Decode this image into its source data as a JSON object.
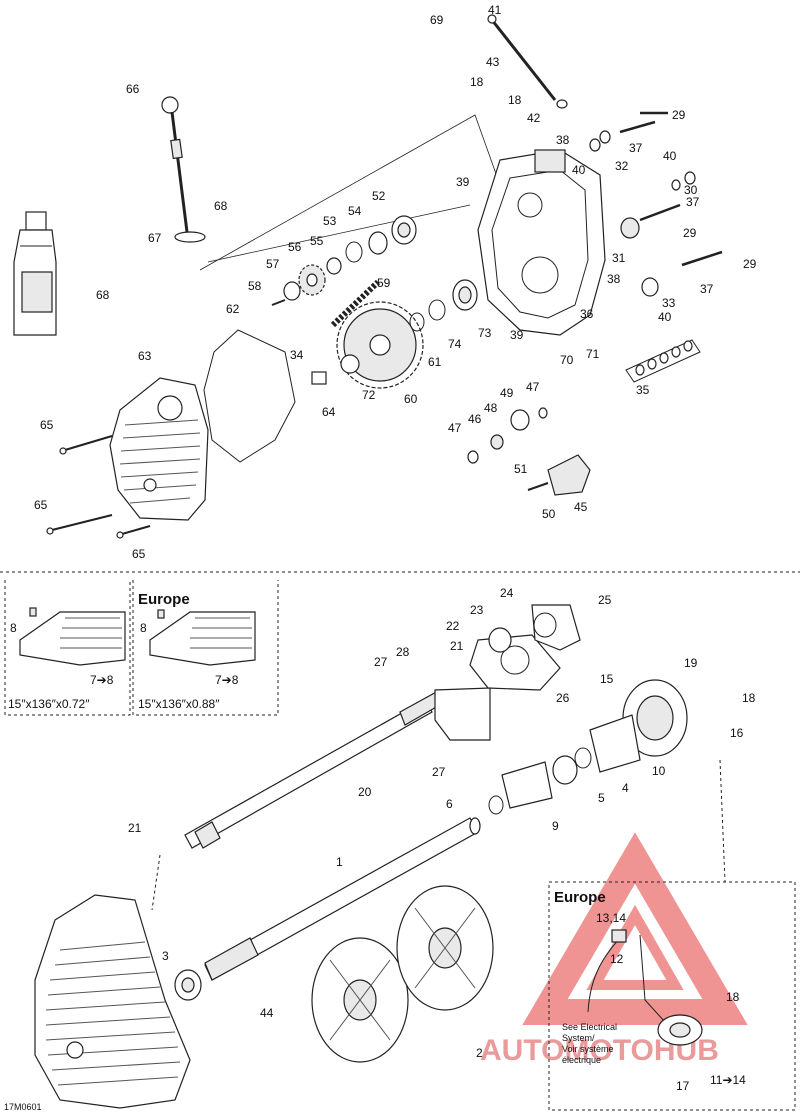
{
  "document_code": "17M0601",
  "inset_left": {
    "callouts": [
      "8",
      "7➔8"
    ],
    "caption": "15″x136″x0.72″"
  },
  "inset_right": {
    "title": "Europe",
    "callouts": [
      "8",
      "7➔8"
    ],
    "caption": "15″x136″x0.88″"
  },
  "europe_box": {
    "title": "Europe",
    "note_lines": [
      "See Electrical",
      "System/",
      "Voir système",
      "électrique"
    ]
  },
  "watermark": {
    "text": "AUTOMOTOHUB"
  },
  "callouts": [
    "41",
    "69",
    "43",
    "18",
    "18",
    "42",
    "29",
    "38",
    "32",
    "37",
    "40",
    "40",
    "30",
    "37",
    "39",
    "52",
    "54",
    "53",
    "66",
    "68",
    "67",
    "56",
    "55",
    "57",
    "58",
    "59",
    "29",
    "31",
    "29",
    "38",
    "37",
    "33",
    "40",
    "36",
    "62",
    "63",
    "34",
    "64",
    "72",
    "60",
    "61",
    "74",
    "73",
    "39",
    "70",
    "71",
    "35",
    "68",
    "49",
    "47",
    "48",
    "46",
    "47",
    "51",
    "50",
    "45",
    "65",
    "65",
    "65",
    "8",
    "7➔8",
    "8",
    "7➔8",
    "24",
    "25",
    "23",
    "22",
    "28",
    "21",
    "27",
    "26",
    "19",
    "15",
    "18",
    "16",
    "10",
    "27",
    "4",
    "5",
    "20",
    "6",
    "9",
    "21",
    "1",
    "3",
    "44",
    "13,14",
    "12",
    "18",
    "2",
    "17",
    "11➔14"
  ]
}
